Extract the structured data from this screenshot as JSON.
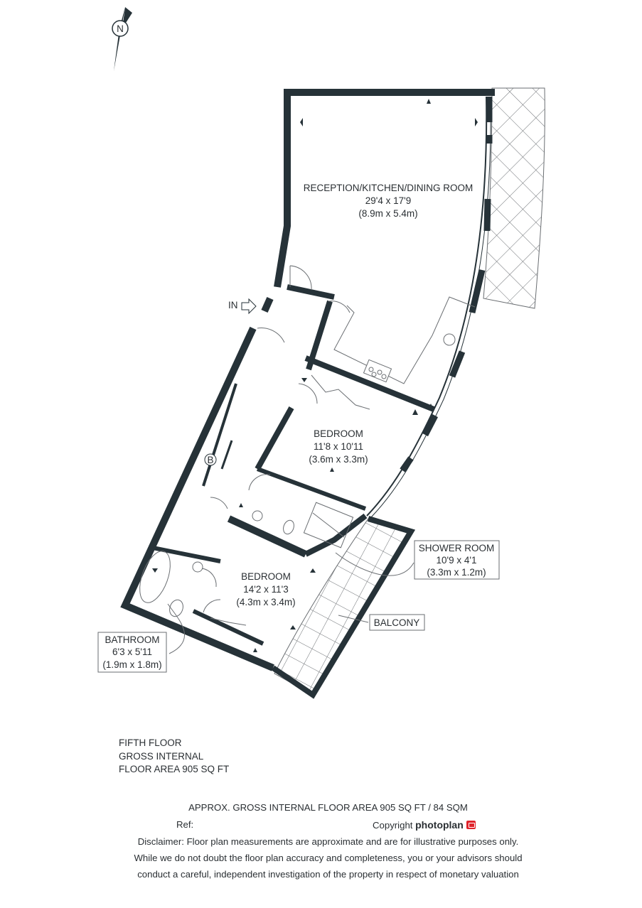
{
  "compass": {
    "label": "N"
  },
  "entrance": {
    "label": "IN"
  },
  "boiler": {
    "label": "B"
  },
  "rooms": {
    "reception": {
      "name": "RECEPTION/KITCHEN/DINING ROOM",
      "imperial": "29'4 x 17'9",
      "metric": "(8.9m x 5.4m)"
    },
    "bedroom1": {
      "name": "BEDROOM",
      "imperial": "11'8 x 10'11",
      "metric": "(3.6m x 3.3m)"
    },
    "bedroom2": {
      "name": "BEDROOM",
      "imperial": "14'2 x 11'3",
      "metric": "(4.3m x 3.4m)"
    },
    "shower_room": {
      "name": "SHOWER ROOM",
      "imperial": "10'9 x 4'1",
      "metric": "(3.3m x 1.2m)"
    },
    "bathroom": {
      "name": "BATHROOM",
      "imperial": "6'3 x 5'11",
      "metric": "(1.9m x 1.8m)"
    },
    "balcony": {
      "name": "BALCONY"
    }
  },
  "floor_info": {
    "line1": "FIFTH FLOOR",
    "line2": "GROSS INTERNAL",
    "line3": "FLOOR AREA 905 SQ FT"
  },
  "footer": {
    "area": "APPROX. GROSS INTERNAL FLOOR AREA 905 SQ FT / 84 SQM",
    "ref": "Ref:",
    "copyright_label": "Copyright",
    "brand": "photoplan",
    "disclaimer_1": "Disclaimer: Floor plan measurements are approximate and are for illustrative purposes only.",
    "disclaimer_2": "While we do not doubt the floor plan accuracy and completeness, you or your advisors should",
    "disclaimer_3": "conduct a careful, independent investigation of the property in respect of monetary valuation"
  },
  "colors": {
    "wall": "#263238",
    "line": "#555a5e",
    "text": "#2a2f33"
  }
}
